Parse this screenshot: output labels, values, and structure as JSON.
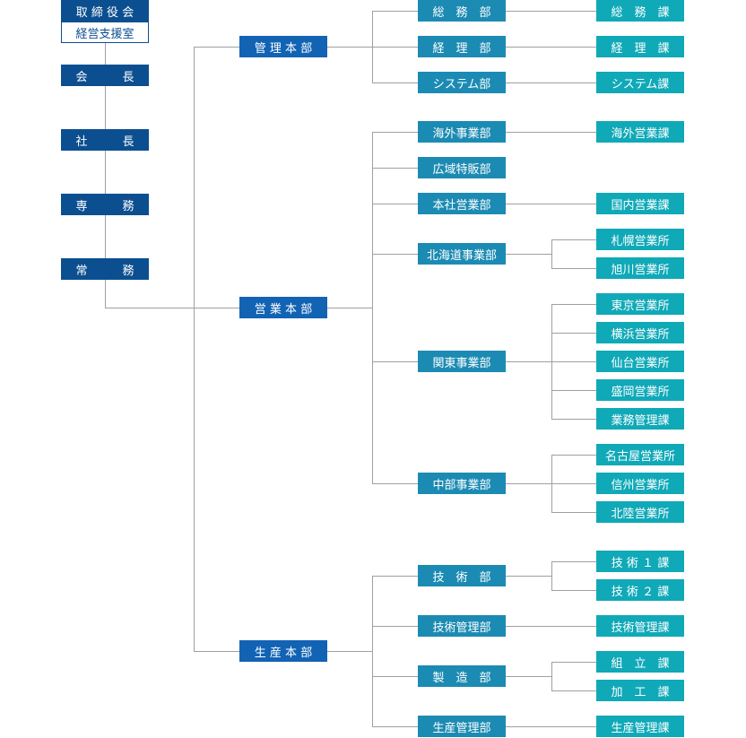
{
  "executives": {
    "board": "取 締 役 会",
    "support": "経営支援室",
    "chairman": "会　　　長",
    "president": "社　　　長",
    "senior_director": "専　　　務",
    "managing_director": "常　　　務"
  },
  "headquarters": {
    "admin": "管 理 本 部",
    "sales": "営 業 本 部",
    "production": "生 産 本 部"
  },
  "admin_depts": {
    "general": "総　務　部",
    "accounting": "経　理　部",
    "system": "システム部"
  },
  "admin_sections": {
    "general": "総　務　課",
    "accounting": "経　理　課",
    "system": "システム課"
  },
  "sales_depts": {
    "overseas": "海外事業部",
    "wide_area": "広域特販部",
    "head_office": "本社営業部",
    "hokkaido": "北海道事業部",
    "kanto": "関東事業部",
    "chubu": "中部事業部"
  },
  "sales_sections": {
    "overseas": "海外営業課",
    "domestic": "国内営業課",
    "sapporo": "札幌営業所",
    "asahikawa": "旭川営業所",
    "tokyo": "東京営業所",
    "yokohama": "横浜営業所",
    "sendai": "仙台営業所",
    "morioka": "盛岡営業所",
    "business_mgmt": "業務管理課",
    "nagoya": "名古屋営業所",
    "shinshu": "信州営業所",
    "hokuriku": "北陸営業所"
  },
  "production_depts": {
    "technical": "技　術　部",
    "tech_mgmt": "技術管理部",
    "manufacturing": "製　造　部",
    "prod_mgmt": "生産管理部"
  },
  "production_sections": {
    "tech1": "技 術 １ 課",
    "tech2": "技 術 ２ 課",
    "tech_mgmt": "技術管理課",
    "assembly": "組　立　課",
    "processing": "加　工　課",
    "prod_mgmt": "生産管理課"
  }
}
